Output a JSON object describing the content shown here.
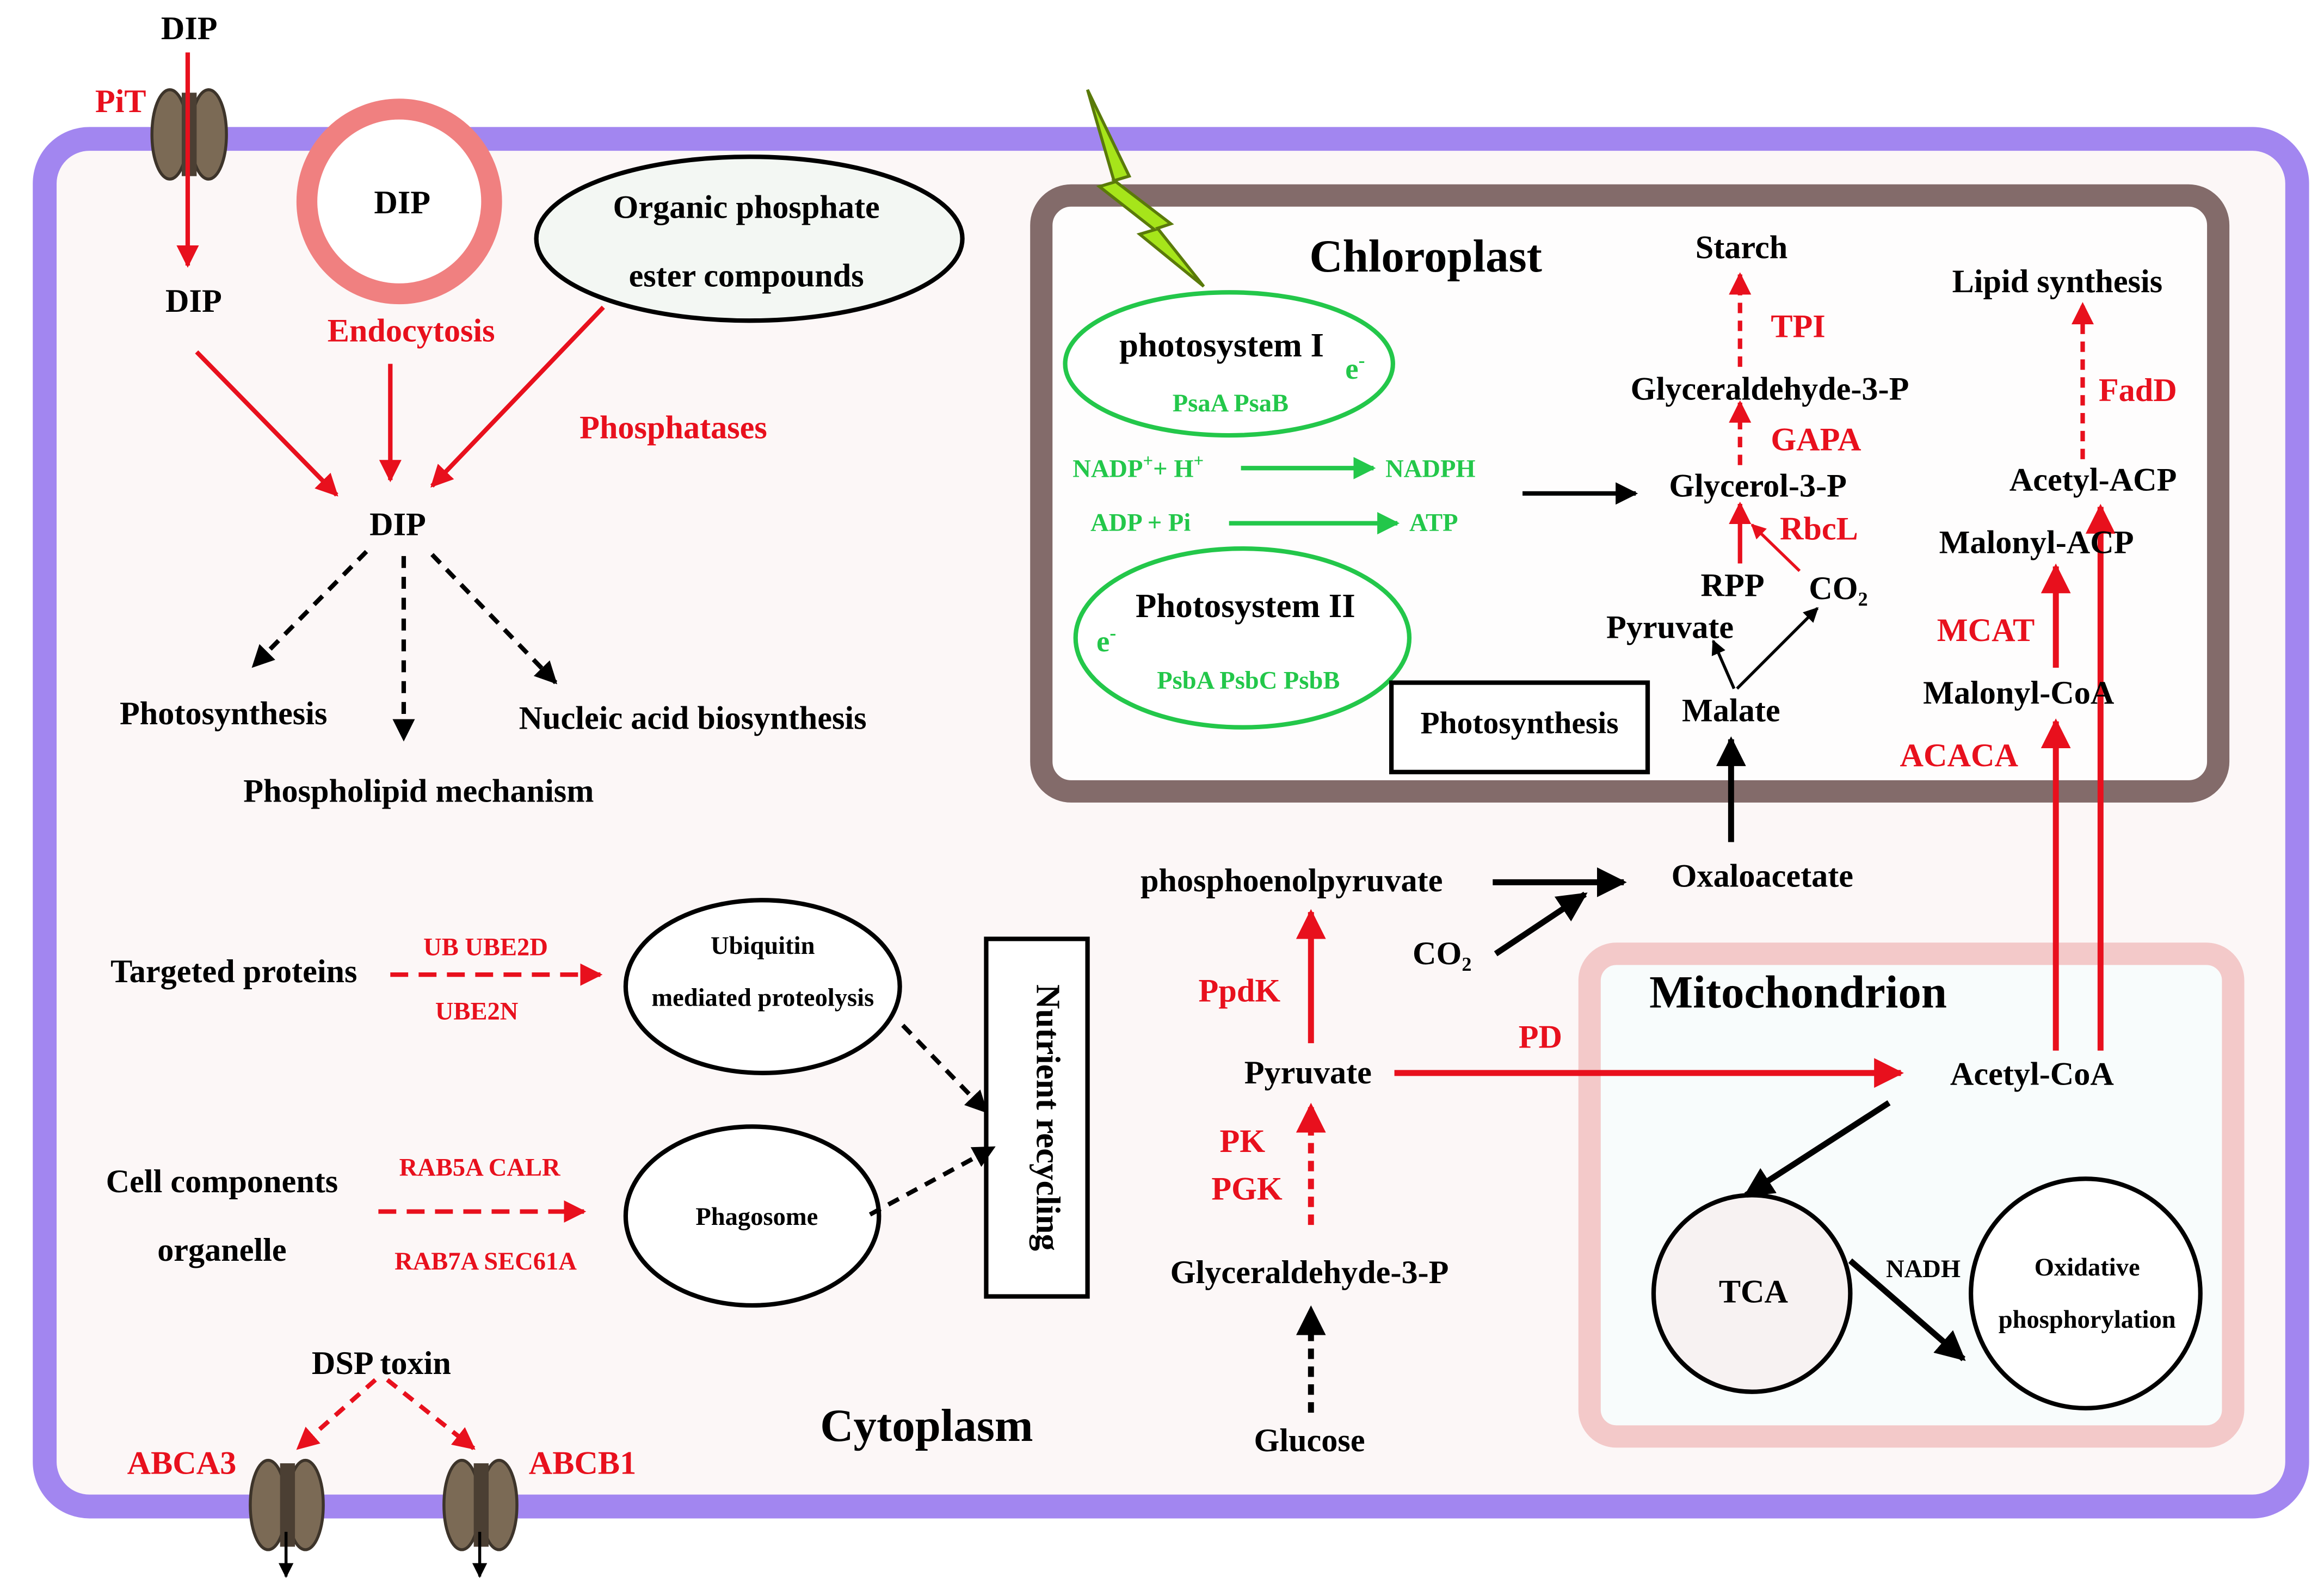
{
  "colors": {
    "membrane": "#a286f0",
    "cytoplasm_fill": "#fcf7f7",
    "chloroplast_border": "#836b6a",
    "mito_border": "#f3c9c9",
    "mito_fill": "#f8fcfc",
    "red": "#e8101d",
    "green": "#23c74a",
    "black": "#000000",
    "channel": "#7b6a55",
    "lightning": "#a6e51a"
  },
  "icons": {
    "transporter": "membrane-channel-icon",
    "light": "lightning-icon"
  },
  "labels": {
    "dip_top": "DIP",
    "pit": "PiT",
    "dip_inside": "DIP",
    "dip_vesicle": "DIP",
    "endocytosis": "Endocytosis",
    "organic_line1": "Organic phosphate",
    "organic_line2": "ester compounds",
    "phosphatases": "Phosphatases",
    "dip_center": "DIP",
    "photosynthesis": "Photosynthesis",
    "nucleic_acid": "Nucleic acid biosynthesis",
    "phospholipid": "Phospholipid mechanism",
    "targeted_proteins": "Targeted proteins",
    "ub_ube2d": "UB UBE2D",
    "ube2n": "UBE2N",
    "ubiquitin_line1": "Ubiquitin",
    "ubiquitin_line2": "mediated proteolysis",
    "cell_components": "Cell components",
    "organelle": "organelle",
    "rab5a_calr": "RAB5A CALR",
    "rab7a_sec61a": "RAB7A SEC61A",
    "phagosome": "Phagosome",
    "nutrient_recycling": "Nutrient recycling",
    "dsp_toxin": "DSP toxin",
    "abca3": "ABCA3",
    "abcb1": "ABCB1",
    "cytoplasm": "Cytoplasm",
    "chloroplast": "Chloroplast",
    "photosystem1": "photosystem I",
    "e_minus_1": "e",
    "psaa_psab": "PsaA PsaB",
    "nadp": "NADP",
    "h_plus": "+ H",
    "nadph": "NADPH",
    "adp_pi": "ADP + Pi",
    "atp": "ATP",
    "photosystem2": "Photosystem II",
    "e_minus_2": "e",
    "psba_psbc_psbb": "PsbA PsbC PsbB",
    "photosynthesis_box": "Photosynthesis",
    "starch": "Starch",
    "tpi": "TPI",
    "glyceraldehyde_chl": "Glyceraldehyde-3-P",
    "gapa": "GAPA",
    "glycerol": "Glycerol-3-P",
    "rbcl": "RbcL",
    "rpp": "RPP",
    "co2_chl": "CO₂",
    "pyruvate_chl": "Pyruvate",
    "malate": "Malate",
    "lipid_synthesis": "Lipid synthesis",
    "fadd": "FadD",
    "acetyl_acp": "Acetyl-ACP",
    "malonyl_acp": "Malonyl-ACP",
    "mcat": "MCAT",
    "malonyl_coa": "Malonyl-CoA",
    "acaca": "ACACA",
    "pep": "phosphoenolpyruvate",
    "oxaloacetate": "Oxaloacetate",
    "co2_cyto": "CO₂",
    "ppdk": "PpdK",
    "pyruvate_cyto": "Pyruvate",
    "pd": "PD",
    "pk": "PK",
    "pgk": "PGK",
    "glyceraldehyde_cyto": "Glyceraldehyde-3-P",
    "glucose": "Glucose",
    "mitochondrion": "Mitochondrion",
    "acetyl_coa": "Acetyl-CoA",
    "tca": "TCA",
    "nadh": "NADH",
    "oxidative_line1": "Oxidative",
    "oxidative_line2": "phosphorylation"
  }
}
